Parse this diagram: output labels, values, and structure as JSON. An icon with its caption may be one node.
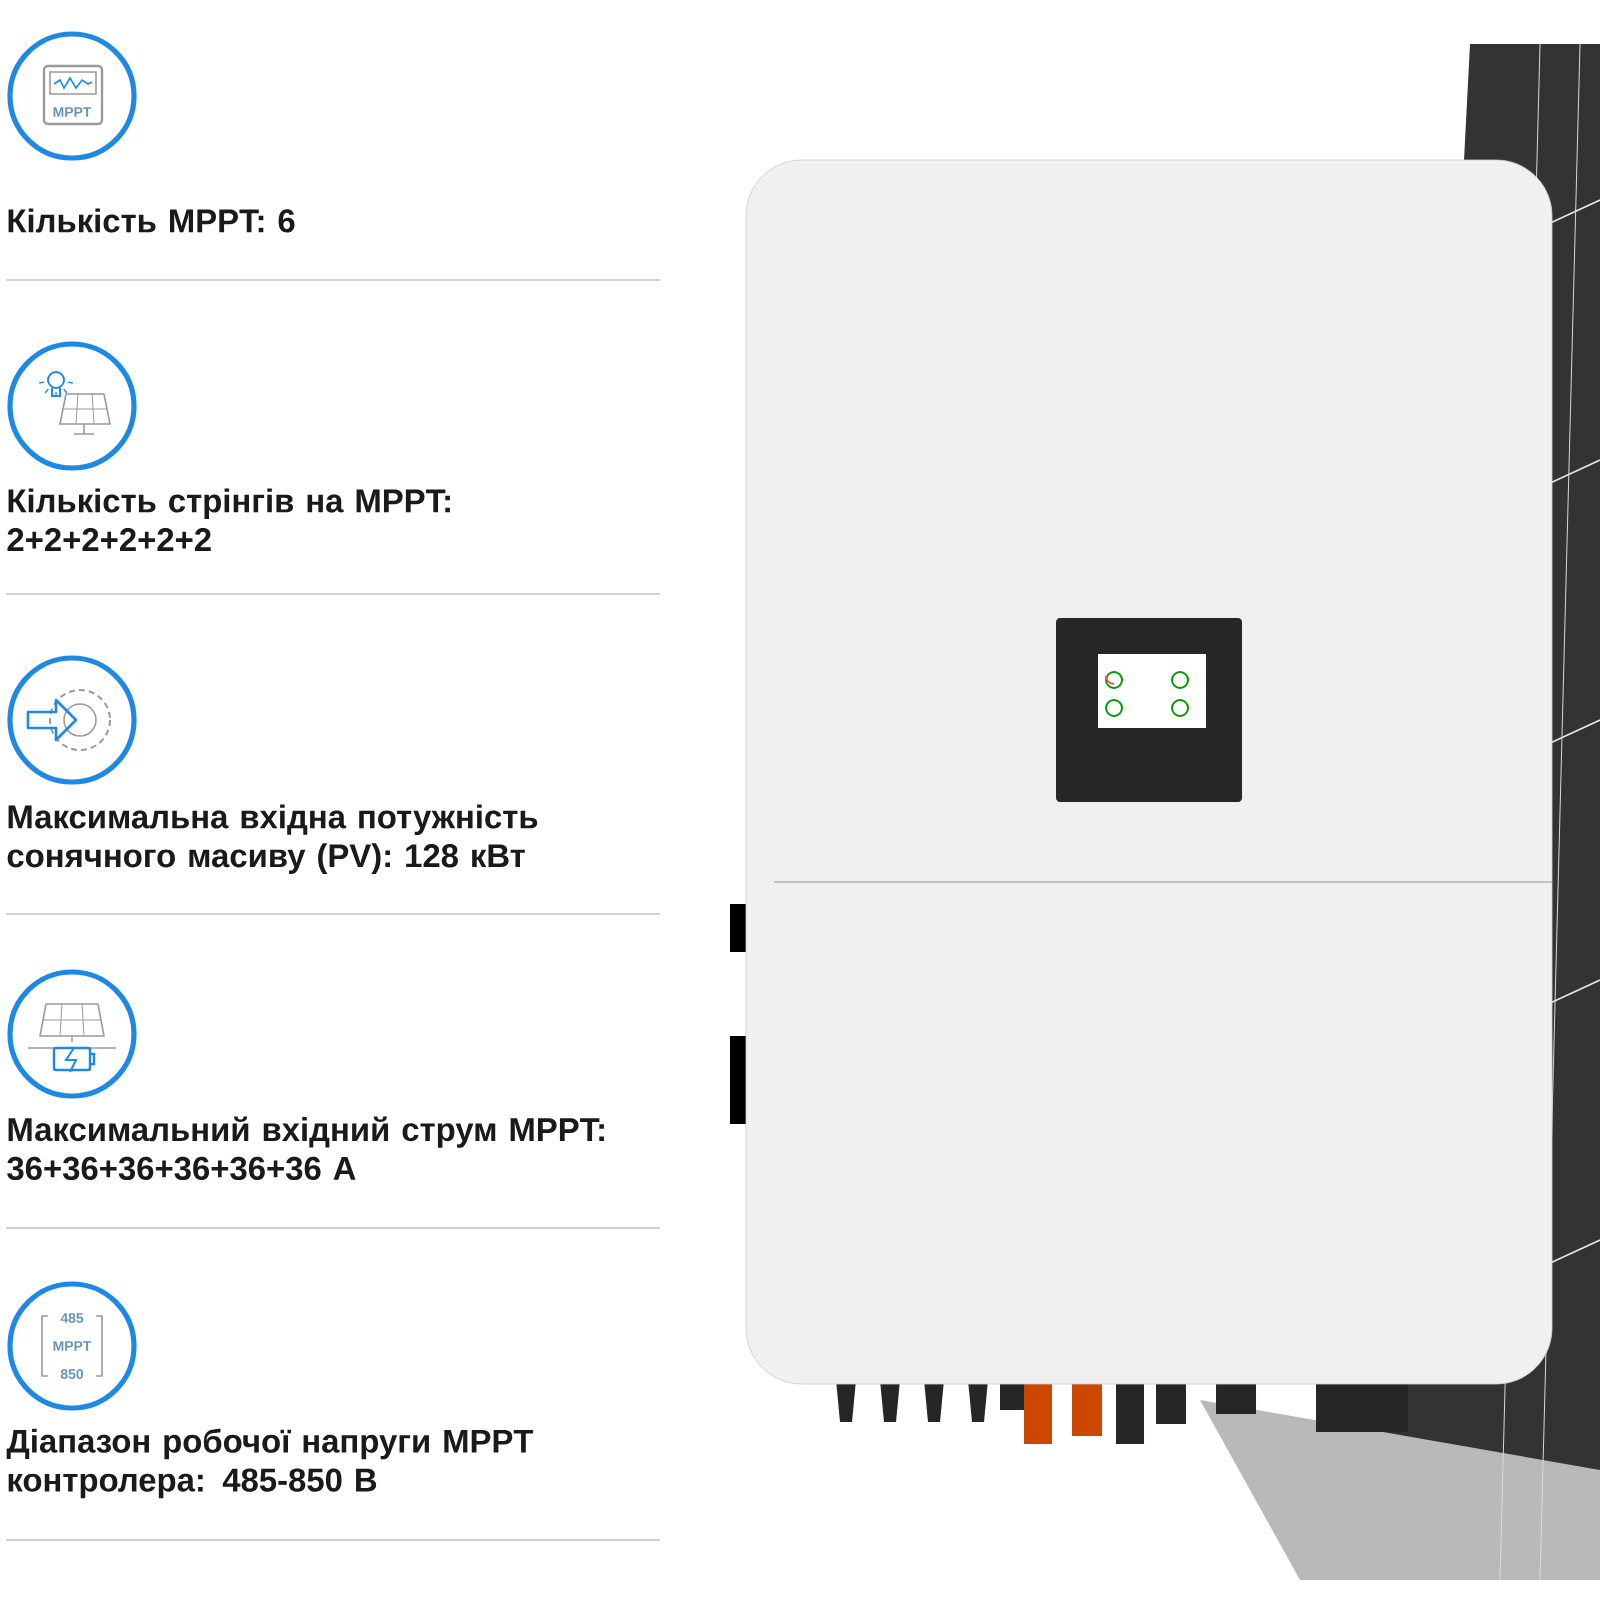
{
  "diagram": {
    "labels": [
      "MPPT",
      "Кількість MPPT: 6",
      "Кількість стрінгів на MPPT: 2+2+2+2+2+2",
      "Максимальна вхідна потужність сонячного масиву (PV): 128 кВт",
      "Максимальний вхідний струм MPPT: 36+36+36+36+36+36 A",
      "485",
      "MPPT",
      "850",
      "Діапазон робочої напруги MPPT контролера: 485-850 В"
    ]
  }
}
